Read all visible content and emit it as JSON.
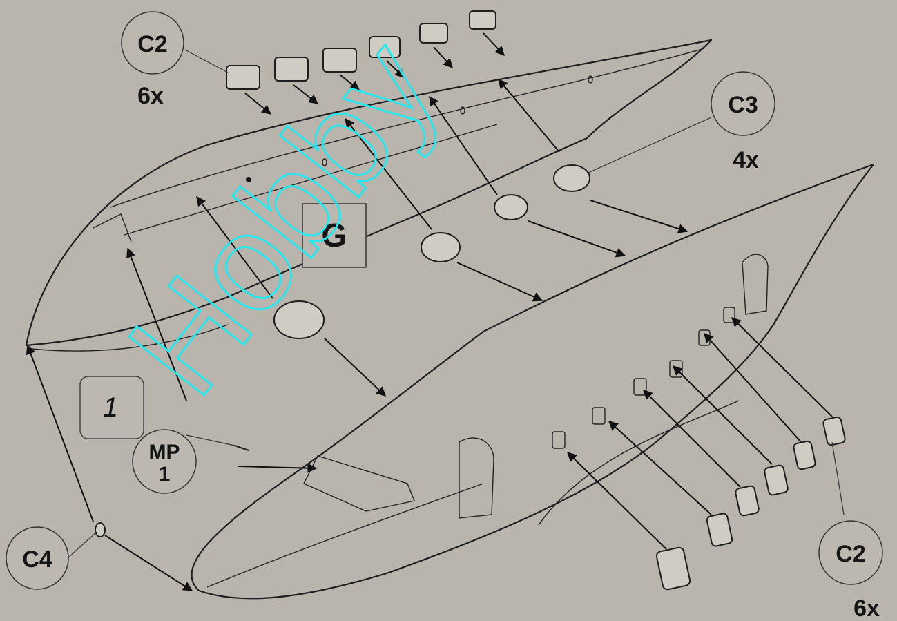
{
  "callouts": {
    "c2_top": {
      "part": "C2",
      "qty": "6x"
    },
    "c3": {
      "part": "C3",
      "qty": "4x"
    },
    "g": {
      "part": "G"
    },
    "step": {
      "number": "1"
    },
    "mp1": {
      "line1": "MP",
      "line2": "1"
    },
    "c4": {
      "part": "C4"
    },
    "c2_bottom": {
      "part": "C2",
      "qty": "6x"
    }
  },
  "watermark": {
    "text": "Hobby"
  },
  "colors": {
    "background": "#b9b5ad",
    "line": "#1e1e1e",
    "watermark": "#27e6ee"
  }
}
